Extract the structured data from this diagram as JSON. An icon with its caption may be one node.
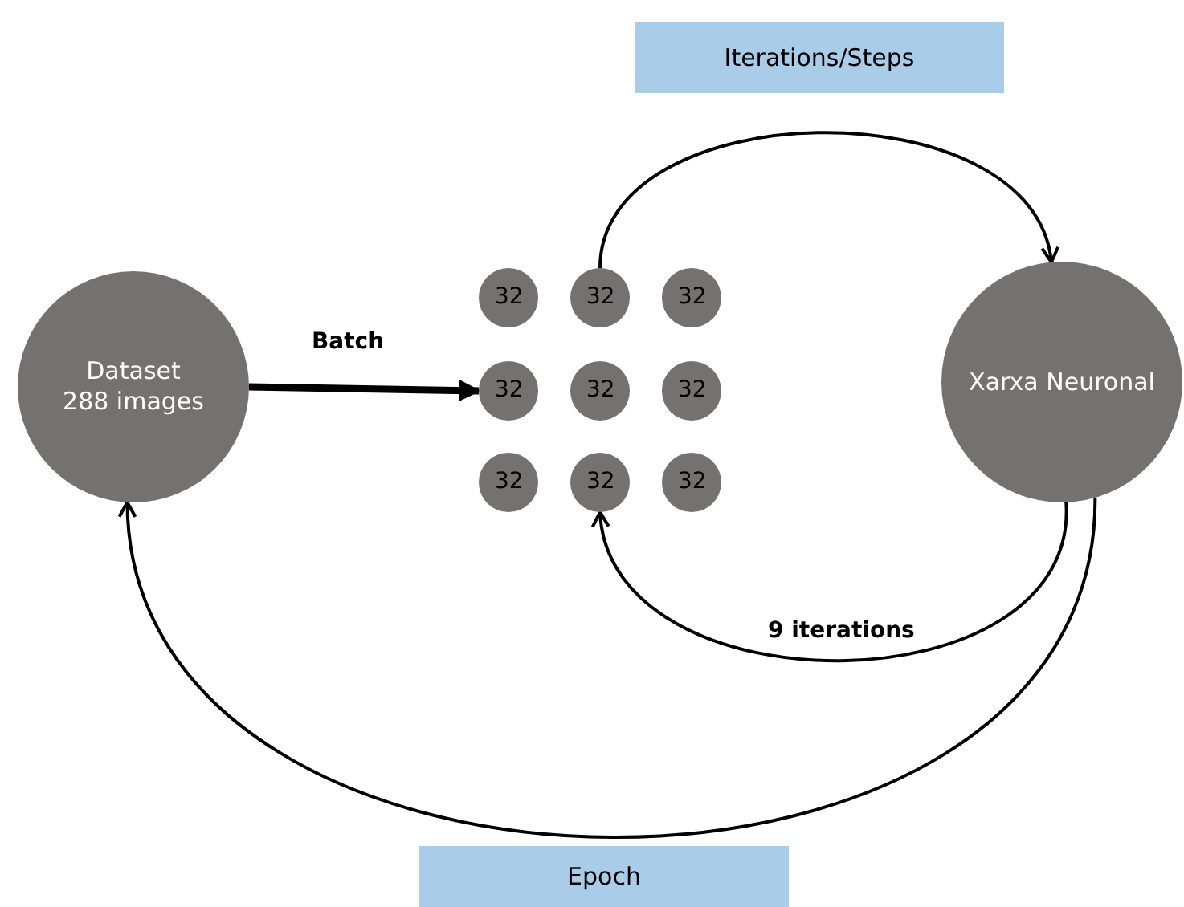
{
  "diagram": {
    "nodes": [
      {
        "text": [
          "Iterations/Steps"
        ]
      },
      {
        "text": [
          "Dataset",
          "288 images"
        ]
      },
      {
        "text": [
          "Xarxa Neuronal"
        ]
      },
      {
        "text": [
          "32"
        ]
      },
      {
        "text": [
          "32"
        ]
      },
      {
        "text": [
          "32"
        ]
      },
      {
        "text": [
          "32"
        ]
      },
      {
        "text": [
          "32"
        ]
      },
      {
        "text": [
          "32"
        ]
      },
      {
        "text": [
          "32"
        ]
      },
      {
        "text": [
          "32"
        ]
      },
      {
        "text": [
          "32"
        ]
      },
      {
        "text": [
          "Epoch"
        ]
      }
    ],
    "edges": [
      {
        "from": 1,
        "to": 6,
        "arrow": "to",
        "label": "Batch",
        "style": "thick"
      },
      {
        "from": 4,
        "to": 2,
        "arrow": "to"
      },
      {
        "from": 2,
        "to": 10,
        "arrow": "to",
        "label": "9 iterations"
      },
      {
        "from": 2,
        "to": 1,
        "arrow": "to"
      }
    ]
  }
}
